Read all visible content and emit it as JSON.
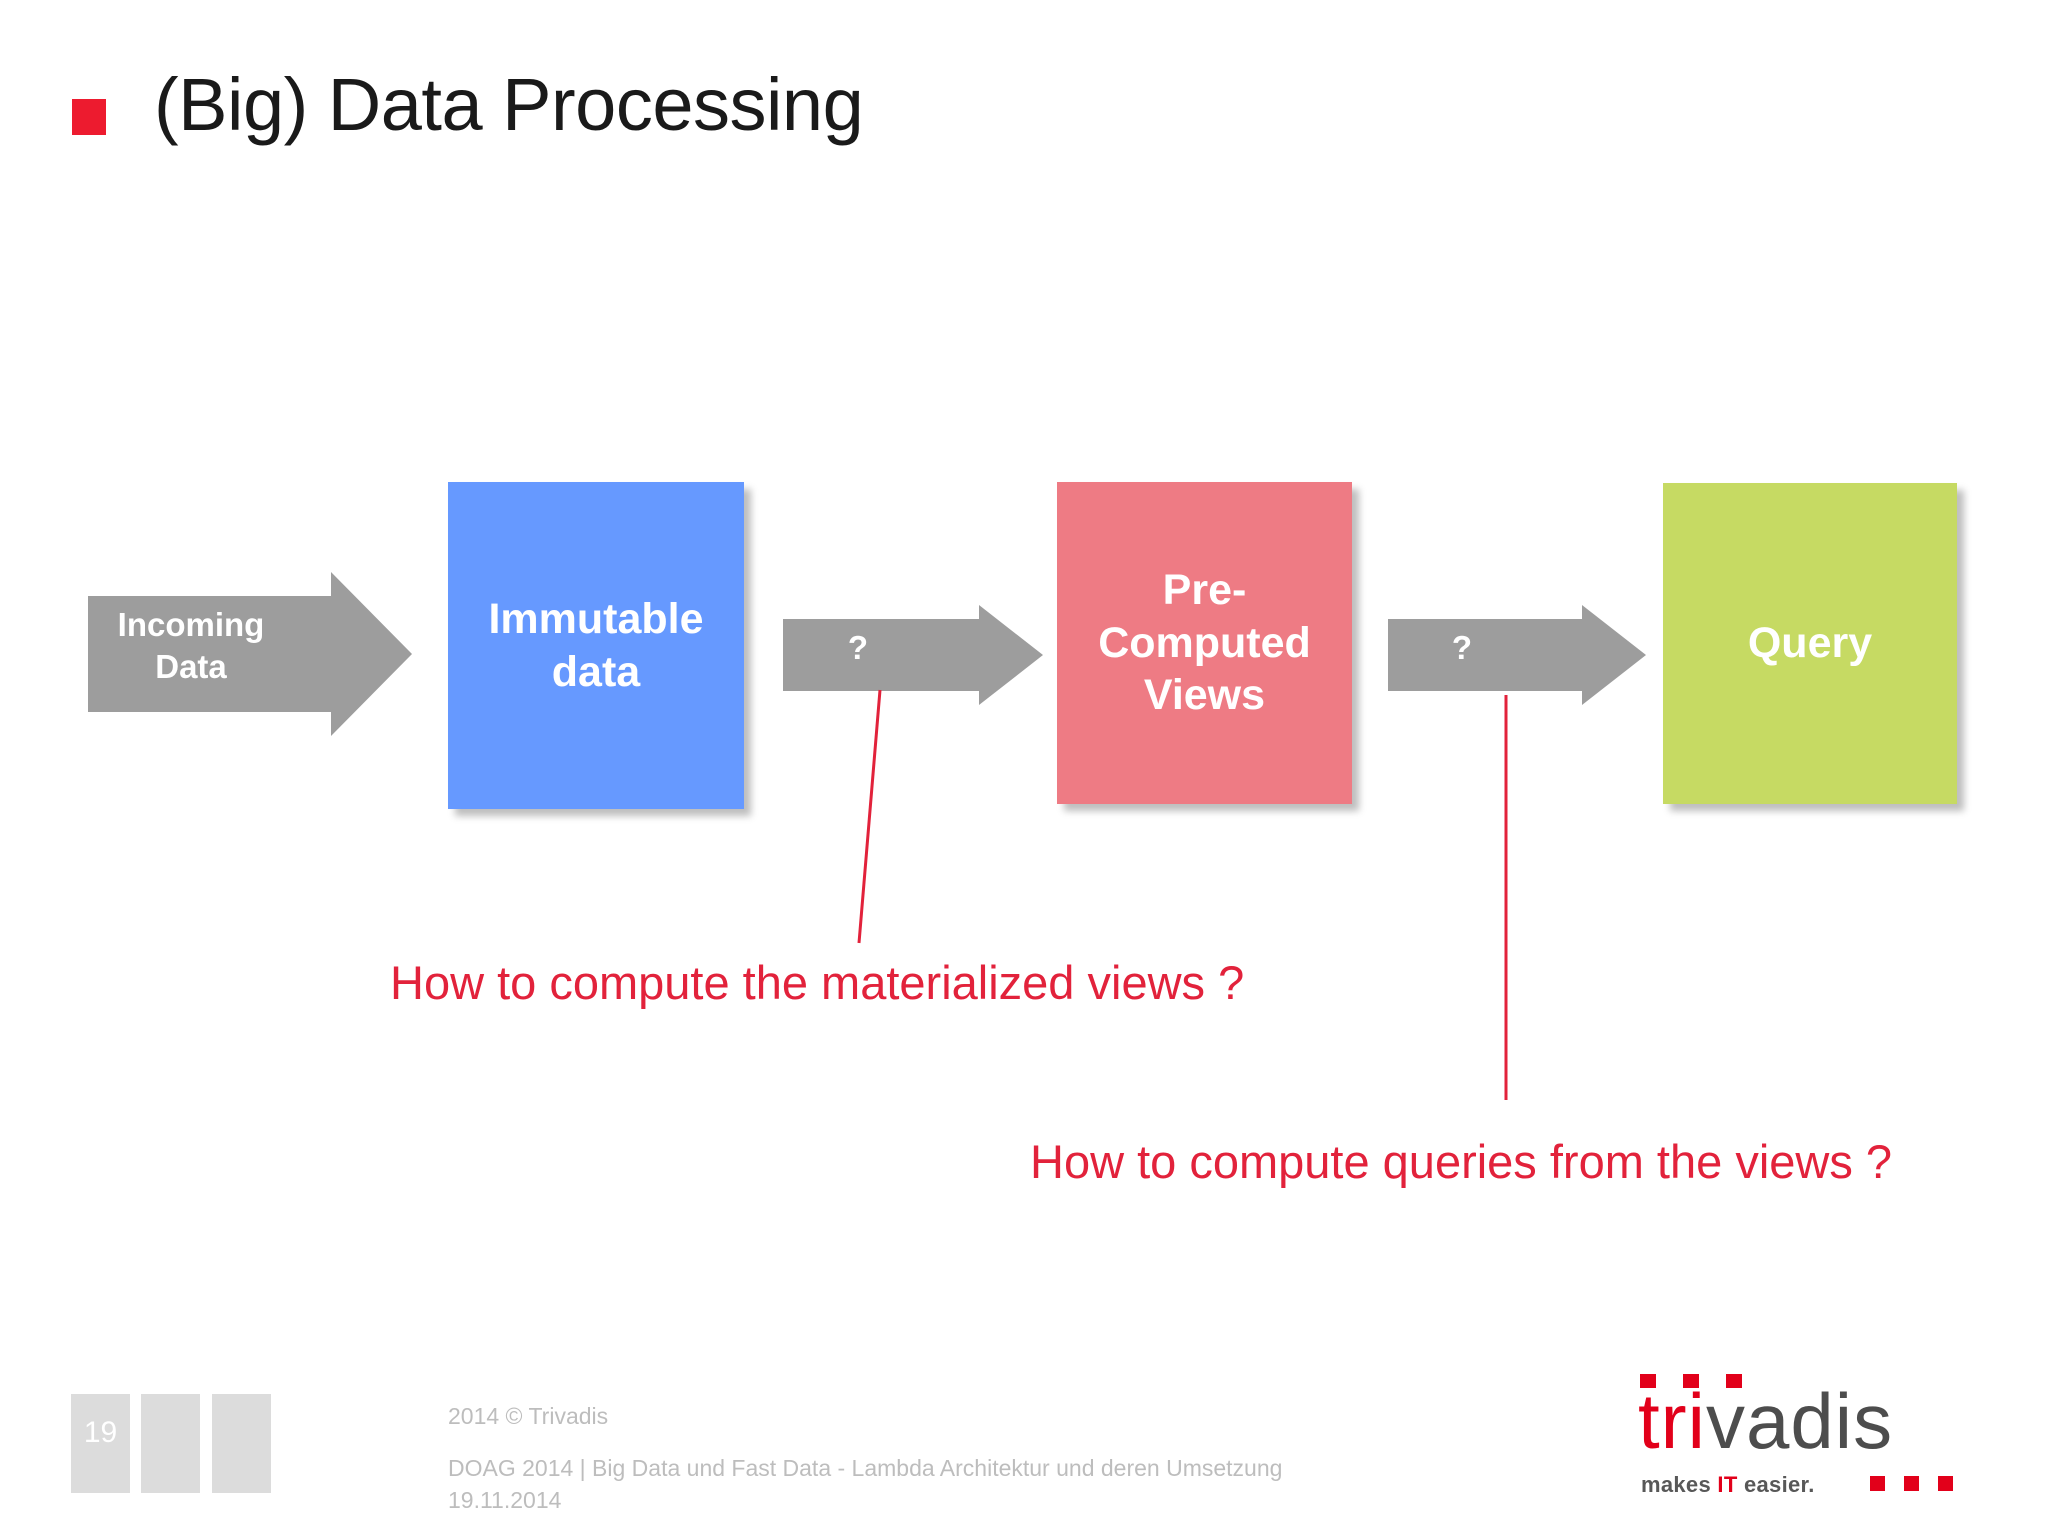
{
  "slide": {
    "title": "(Big) Data Processing",
    "bullet_color": "#ED1B2F",
    "background": "#ffffff"
  },
  "diagram": {
    "type": "pipeline-flow",
    "nodes": [
      {
        "id": "incoming-data",
        "shape": "arrow",
        "label": "Incoming\nData",
        "label_line1": "Incoming",
        "label_line2": "Data",
        "color": "#9D9D9D",
        "text_color": "#ffffff"
      },
      {
        "id": "immutable-data",
        "shape": "rect",
        "label_line1": "Immutable",
        "label_line2": "data",
        "color": "#6699FF",
        "text_color": "#ffffff"
      },
      {
        "id": "question-1",
        "shape": "arrow",
        "label": "?",
        "color": "#9D9D9D",
        "text_color": "#ffffff"
      },
      {
        "id": "pre-computed-views",
        "shape": "rect",
        "label_line1": "Pre-",
        "label_line2": "Computed",
        "label_line3": "Views",
        "color": "#EE7B84",
        "text_color": "#ffffff"
      },
      {
        "id": "question-2",
        "shape": "arrow",
        "label": "?",
        "color": "#9D9D9D",
        "text_color": "#ffffff"
      },
      {
        "id": "query",
        "shape": "rect",
        "label_line1": "Query",
        "color": "#C6DA63",
        "text_color": "#ffffff"
      }
    ]
  },
  "annotations": {
    "color": "#E2223B",
    "items": [
      {
        "id": "annotation-materialized-views",
        "text": "How to compute the materialized views ?",
        "points_to": "question-1"
      },
      {
        "id": "annotation-queries-from-views",
        "text": "How to compute queries from the views ?",
        "points_to": "question-2"
      }
    ]
  },
  "footer": {
    "page_number": "19",
    "copyright": "2014 © Trivadis",
    "event": "DOAG 2014 | Big Data und Fast Data - Lambda Architektur und deren Umsetzung",
    "date": "19.11.2014",
    "text_color": "#BDBDBD",
    "chip_color": "#DCDCDC"
  },
  "logo": {
    "name_part_red": "tri",
    "name_part_dark": "vadis",
    "tagline_before": "makes ",
    "tagline_accent": "IT",
    "tagline_after": " easier.",
    "accent_color": "#E2001A",
    "dark_color": "#4D4D4D"
  }
}
